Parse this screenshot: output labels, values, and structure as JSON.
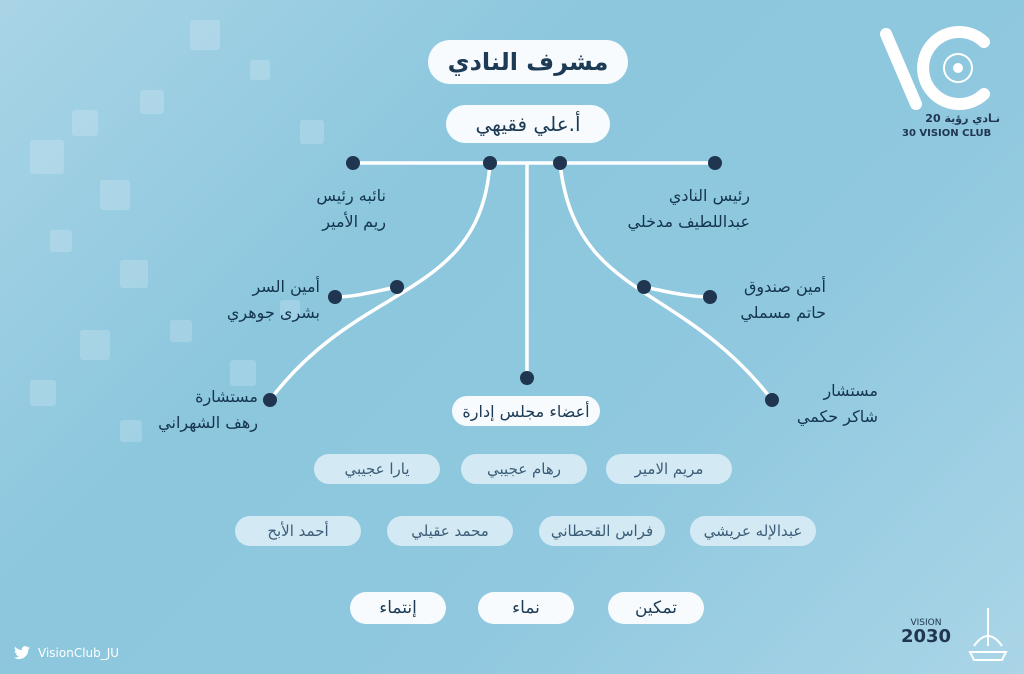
{
  "supervisor": {
    "title": "مشرف النادي",
    "name": "أ.علي فقيهي"
  },
  "roles": {
    "president": {
      "title": "رئيس النادي",
      "name": "عبداللطيف مدخلي"
    },
    "vice": {
      "title": "نائبه رئيس",
      "name": "ريم الأمير"
    },
    "secretary": {
      "title": "أمين السر",
      "name": "بشرى جوهري"
    },
    "treasurer": {
      "title": "أمين صندوق",
      "name": "حاتم مسملي"
    },
    "advisor_f": {
      "title": "مستشارة",
      "name": "رهف الشهراني"
    },
    "advisor_m": {
      "title": "مستشار",
      "name": "شاكر حكمي"
    }
  },
  "board": {
    "title": "أعضاء مجلس إدارة",
    "row1": [
      "مريم الامير",
      "رهام عجيبي",
      "يارا عجيبي"
    ],
    "row2": [
      "عبدالإله عريشي",
      "فراس القحطاني",
      "محمد عقيلي",
      "أحمد الأبح"
    ]
  },
  "values": [
    "تمكين",
    "نماء",
    "إنتماء"
  ],
  "logo": {
    "text": "نـادي رؤية 20",
    "sub": "30 VISION CLUB",
    "mark": "VC"
  },
  "footer": {
    "handle": "VisionClub_JU",
    "icon": "twitter-icon"
  },
  "vision": {
    "label": "VISION",
    "year": "2030"
  },
  "colors": {
    "line": "#ffffff",
    "node": "#1f3550",
    "pill": "#f7fbfd",
    "text": "#143450"
  }
}
